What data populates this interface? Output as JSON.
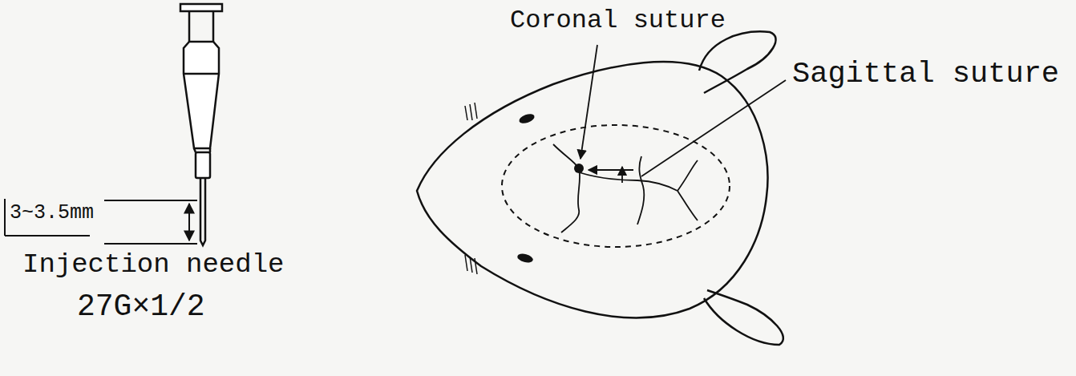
{
  "diagram": {
    "labels": [
      "Coronal suture",
      "Sagittal suture",
      "3~3.5mm",
      "Injection needle",
      "27G×1/2"
    ]
  }
}
